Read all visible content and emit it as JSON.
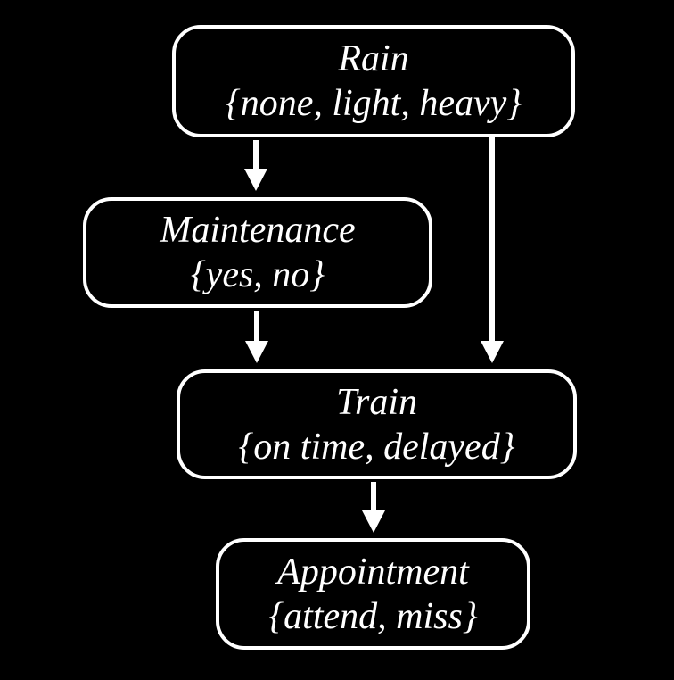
{
  "diagram": {
    "kind": "bayesian-network",
    "background_color": "#000000",
    "node_border_color": "#ffffff",
    "text_color": "#ffffff",
    "arrow_color": "#ffffff",
    "nodes": [
      {
        "id": "rain",
        "label": "Rain",
        "values": "{none, light, heavy}"
      },
      {
        "id": "maintenance",
        "label": "Maintenance",
        "values": "{yes, no}"
      },
      {
        "id": "train",
        "label": "Train",
        "values": "{on time, delayed}"
      },
      {
        "id": "appointment",
        "label": "Appointment",
        "values": "{attend, miss}"
      }
    ],
    "edges": [
      {
        "from": "Rain",
        "to": "Maintenance"
      },
      {
        "from": "Rain",
        "to": "Train"
      },
      {
        "from": "Maintenance",
        "to": "Train"
      },
      {
        "from": "Train",
        "to": "Appointment"
      }
    ]
  }
}
